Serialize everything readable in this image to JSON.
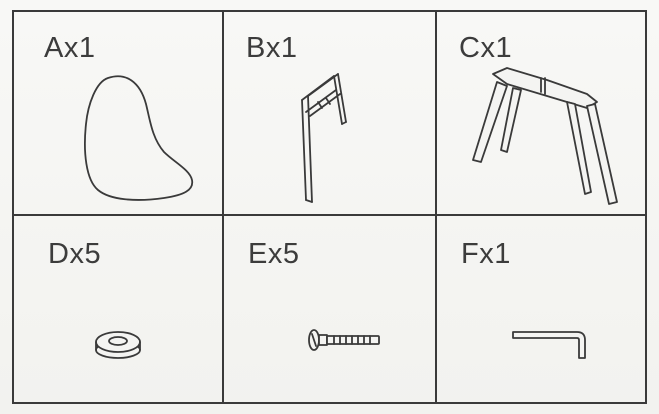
{
  "parts": [
    {
      "id": "A",
      "label": "Ax1",
      "icon": "shell-seat-icon"
    },
    {
      "id": "B",
      "label": "Bx1",
      "icon": "wire-frame-icon"
    },
    {
      "id": "C",
      "label": "Cx1",
      "icon": "wooden-legs-icon"
    },
    {
      "id": "D",
      "label": "Dx5",
      "icon": "washer-icon"
    },
    {
      "id": "E",
      "label": "Ex5",
      "icon": "bolt-icon"
    },
    {
      "id": "F",
      "label": "Fx1",
      "icon": "allen-key-icon"
    }
  ]
}
